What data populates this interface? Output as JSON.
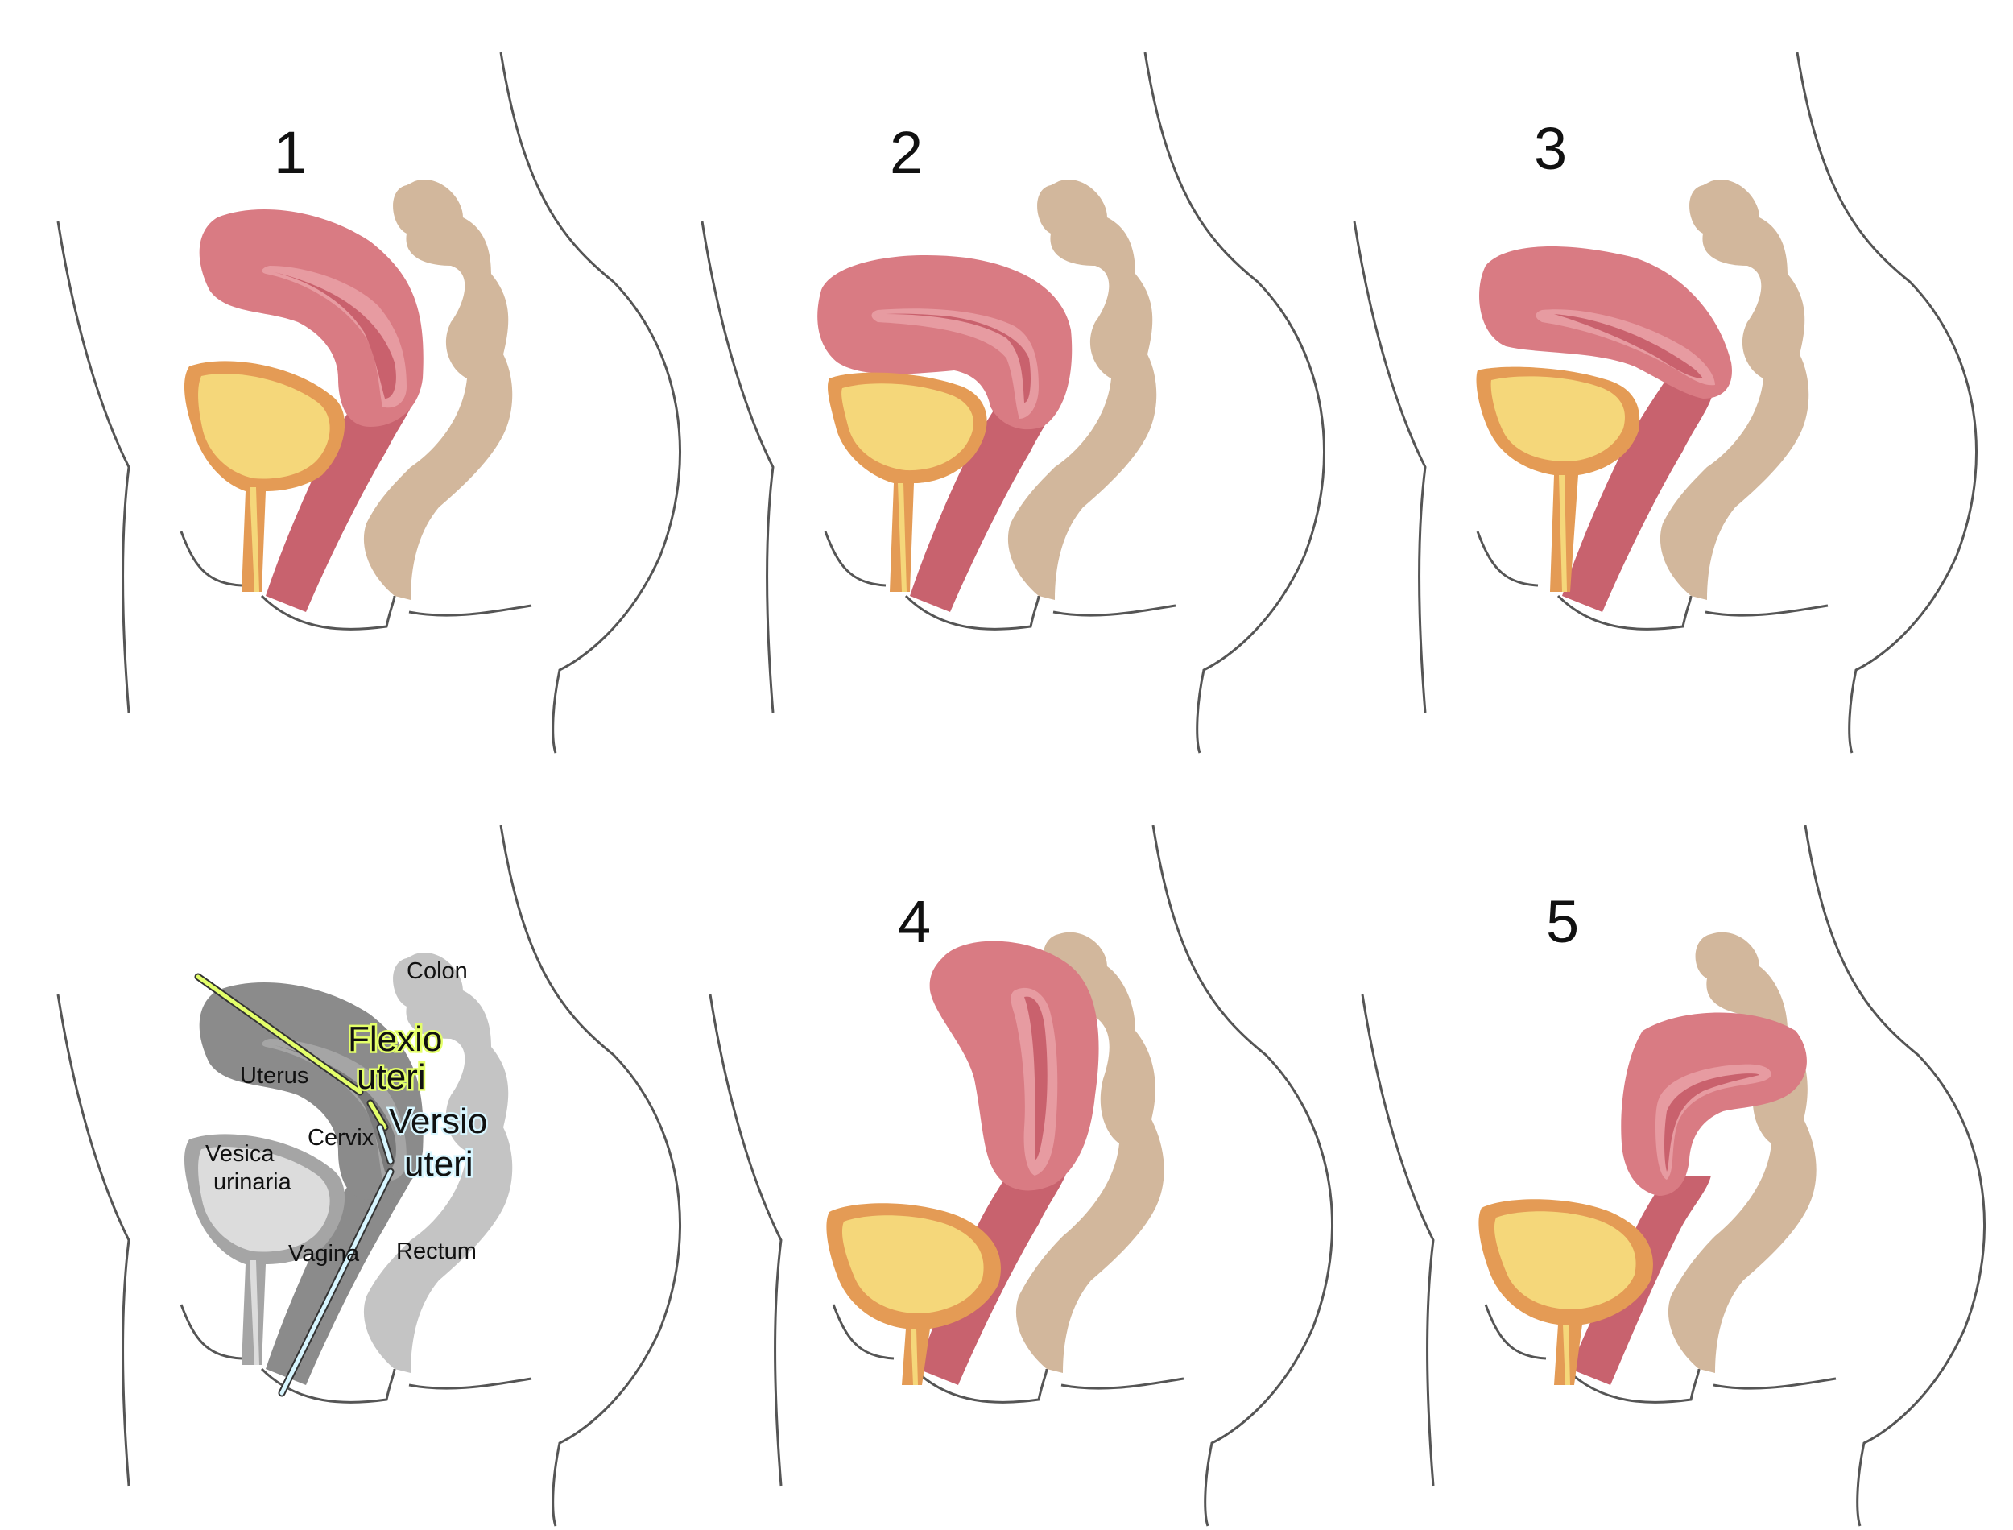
{
  "panels": [
    {
      "id": "p1",
      "number": "1"
    },
    {
      "id": "p2",
      "number": "2"
    },
    {
      "id": "p3",
      "number": "3"
    },
    {
      "id": "p4",
      "number": "4"
    },
    {
      "id": "p5",
      "number": "5"
    }
  ],
  "legend": {
    "colon": "Colon",
    "uterus": "Uterus",
    "cervix": "Cervix",
    "vesica": [
      "Vesica",
      "urinaria"
    ],
    "vagina": "Vagina",
    "rectum": "Rectum",
    "flexio": [
      "Flexio",
      "uteri"
    ],
    "versio": [
      "Versio",
      "uteri"
    ]
  },
  "colors": {
    "uterus": "#d97b83",
    "uterus_cavity_rim": "#e79ba1",
    "uterus_cavity": "#c9616d",
    "vagina": "#c8626e",
    "bladder_fill": "#f5d77a",
    "bladder_rim": "#e49b55",
    "colon": "#d2b79c",
    "body_outline": "#555555",
    "legend_dark": "#8b8b8b",
    "legend_mid": "#a5a5a5",
    "legend_light": "#c4c4c4",
    "legend_bladder": "#dcdcdc",
    "flexio_line": "#e4ff6a",
    "versio_line": "#d8f6ff"
  }
}
